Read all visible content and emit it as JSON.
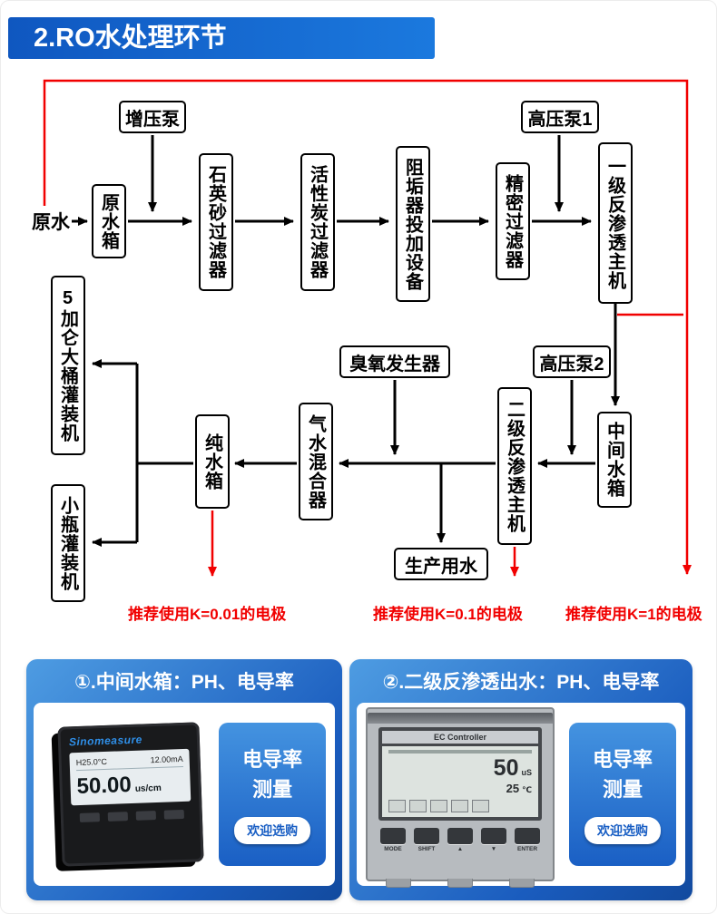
{
  "title": "2.RO水处理环节",
  "flow": {
    "nodes": {
      "raw_water": "原水",
      "raw_tank": "原水箱",
      "boost_pump": "增压泵",
      "quartz_filter": "石英砂过滤器",
      "carbon_filter": "活性炭过滤器",
      "antiscalant": "阻垢器投加设备",
      "precision_filter": "精密过滤器",
      "hp_pump1": "高压泵1",
      "ro1": "一级反渗透主机",
      "mid_tank": "中间水箱",
      "hp_pump2": "高压泵2",
      "ro2": "二级反渗透主机",
      "ozone": "臭氧发生器",
      "mixer": "气水混合器",
      "pure_tank": "纯水箱",
      "gallon_filler": "5加仑大桶灌装机",
      "bottle_filler": "小瓶灌装机",
      "prod_water": "生产用水"
    },
    "notes": {
      "k001": "推荐使用K=0.01的电极",
      "k01": "推荐使用K=0.1的电极",
      "k1": "推荐使用K=1的电极"
    }
  },
  "panels": [
    {
      "header": "①.中间水箱：PH、电导率",
      "device": {
        "brand": "Sinomeasure",
        "temp": "H25.0°C",
        "current": "12.00mA",
        "value": "50.00",
        "unit": "us/cm"
      },
      "action": {
        "line1": "电导率",
        "line2": "测量",
        "button": "欢迎选购"
      }
    },
    {
      "header": "②.二级反渗透出水：PH、电导率",
      "device": {
        "title": "EC Controller",
        "value": "50",
        "unit": "uS",
        "temp": "25",
        "temp_unit": "℃",
        "buttons": [
          "MODE",
          "SHIFT",
          "▲",
          "▼",
          "ENTER"
        ]
      },
      "action": {
        "line1": "电导率",
        "line2": "测量",
        "button": "欢迎选购"
      }
    }
  ],
  "colors": {
    "accent_blue": "#1a5fc4",
    "note_red": "#f10000"
  }
}
